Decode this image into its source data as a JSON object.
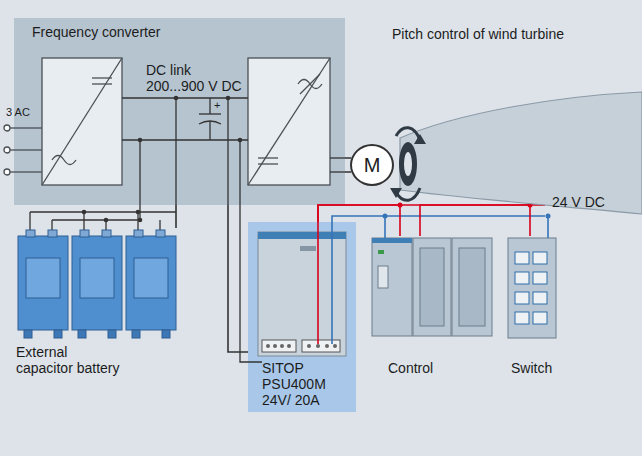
{
  "diagram": {
    "nodes": [
      {
        "text": [
          "Frequency converter"
        ]
      },
      {
        "text": [
          "M"
        ]
      },
      {
        "text": [
          "External capacitor battery"
        ]
      },
      {
        "text": [
          "SITOP PSU400M 24V/ 20A"
        ]
      },
      {
        "text": [
          "Control"
        ]
      },
      {
        "text": [
          "Switch"
        ]
      }
    ],
    "edges": [
      {
        "from": 0,
        "to": 2,
        "arrow": "none"
      },
      {
        "from": 0,
        "to": 3,
        "arrow": "none"
      },
      {
        "from": 3,
        "to": 4,
        "arrow": "none"
      },
      {
        "from": 4,
        "to": 5,
        "arrow": "none"
      },
      {
        "from": 0,
        "to": 1,
        "arrow": "none"
      }
    ],
    "labels": [
      "3 AC",
      "DC link",
      "200...900 V DC",
      "+",
      "Pitch control of wind turbine",
      "24 V DC"
    ]
  }
}
